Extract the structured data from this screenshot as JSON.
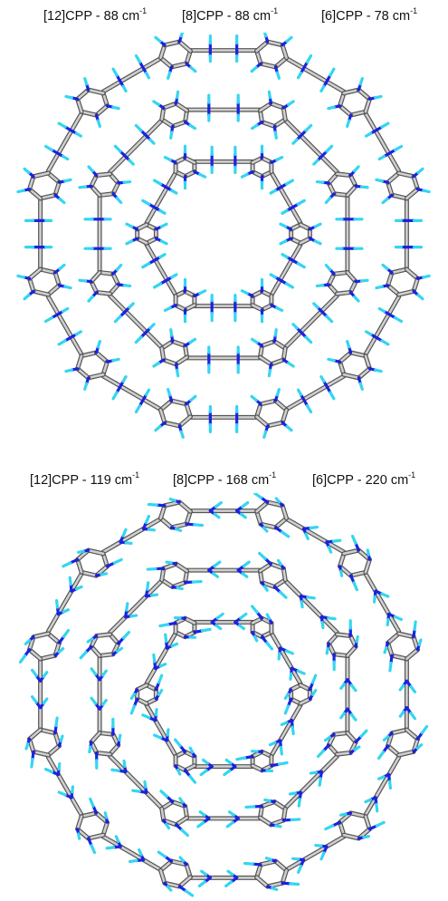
{
  "panels": [
    {
      "labels": [
        {
          "name": "[12]CPP",
          "sep": " - ",
          "value": "88",
          "unit": "cm",
          "exp": "-1"
        },
        {
          "name": "[8]CPP",
          "sep": " - ",
          "value": "88",
          "unit": "cm",
          "exp": "-1"
        },
        {
          "name": "[6]CPP",
          "sep": " - ",
          "value": "78",
          "unit": "cm",
          "exp": "-1"
        }
      ],
      "mode": "radial"
    },
    {
      "labels": [
        {
          "name": "[12]CPP",
          "sep": " - ",
          "value": "119",
          "unit": "cm",
          "exp": "-1"
        },
        {
          "name": "[8]CPP",
          "sep": " - ",
          "value": "168",
          "unit": "cm",
          "exp": "-1"
        },
        {
          "name": "[6]CPP",
          "sep": " - ",
          "value": "220",
          "unit": "cm",
          "exp": "-1"
        }
      ],
      "mode": "tangential"
    }
  ],
  "rings": [
    {
      "units": 12
    },
    {
      "units": 8
    },
    {
      "units": 6
    }
  ],
  "colors": {
    "bond_light": "#cfcfcf",
    "bond_dark": "#555555",
    "carbon": "#3a3a3a",
    "arrow_blue": "#1a22e0",
    "arrow_cyan": "#33d6f0",
    "text": "#111111"
  }
}
